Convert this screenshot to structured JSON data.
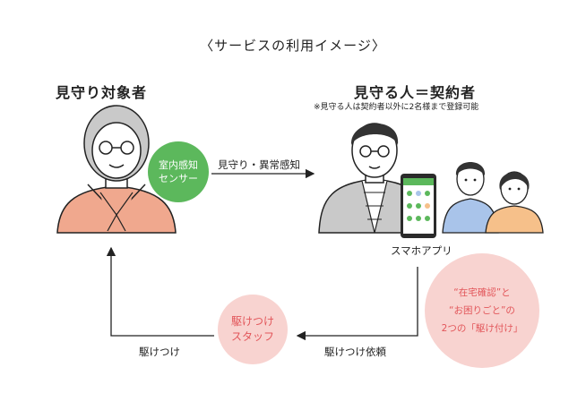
{
  "title": "〈サービスの利用イメージ〉",
  "left_person": {
    "heading": "見守り対象者"
  },
  "right_person": {
    "heading": "見守る人＝契約者",
    "note": "※見守る人は契約者以外に2名様まで登録可能",
    "app_label": "スマホアプリ"
  },
  "sensor": {
    "line1": "室内感知",
    "line2": "センサー"
  },
  "arrows": {
    "watch_label": "見守り・異常感知",
    "request_label": "駆けつけ依頼",
    "rush_label": "駆けつけ"
  },
  "staff": {
    "line1": "駆けつけ",
    "line2": "スタッフ"
  },
  "bubble": {
    "line1": "“在宅確認”と",
    "line2": "“お困りごと”の",
    "line3": "2つの「駆け付け」"
  },
  "colors": {
    "green": "#5cb85c",
    "pink": "#f8d3d0",
    "pink_text": "#e2565a",
    "salmon": "#f0a88e",
    "blue_shirt": "#a9c4ea",
    "orange_shirt": "#f6c08a",
    "gray_shirt": "#c9c9c9"
  }
}
